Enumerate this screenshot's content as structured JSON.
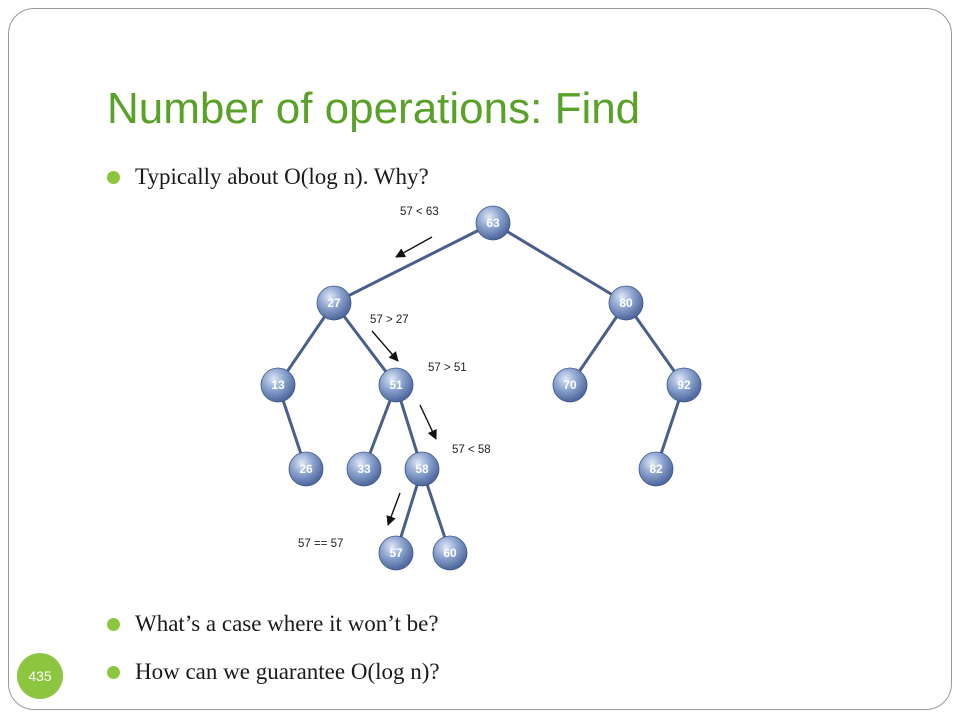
{
  "slide": {
    "title": "Number of operations: Find",
    "page_number": "435",
    "bullets": [
      "Typically about O(log n).  Why?",
      "What’s a case where it won’t be?",
      "How can we guarantee O(log n)?"
    ]
  },
  "colors": {
    "title": "#5aa227",
    "bullet_dot": "#8cc63f",
    "node_fill": "#6a86b8",
    "edge": "#4a5f8a"
  },
  "tree": {
    "nodes": [
      {
        "id": "n63",
        "label": "63"
      },
      {
        "id": "n27",
        "label": "27"
      },
      {
        "id": "n80",
        "label": "80"
      },
      {
        "id": "n13",
        "label": "13"
      },
      {
        "id": "n51",
        "label": "51"
      },
      {
        "id": "n70",
        "label": "70"
      },
      {
        "id": "n92",
        "label": "92"
      },
      {
        "id": "n26",
        "label": "26"
      },
      {
        "id": "n33",
        "label": "33"
      },
      {
        "id": "n58",
        "label": "58"
      },
      {
        "id": "n82",
        "label": "82"
      },
      {
        "id": "n57",
        "label": "57"
      },
      {
        "id": "n60",
        "label": "60"
      }
    ],
    "edges": [
      [
        "n63",
        "n27"
      ],
      [
        "n63",
        "n80"
      ],
      [
        "n27",
        "n13"
      ],
      [
        "n27",
        "n51"
      ],
      [
        "n80",
        "n70"
      ],
      [
        "n80",
        "n92"
      ],
      [
        "n13",
        "n26"
      ],
      [
        "n51",
        "n33"
      ],
      [
        "n51",
        "n58"
      ],
      [
        "n92",
        "n82"
      ],
      [
        "n58",
        "n57"
      ],
      [
        "n58",
        "n60"
      ]
    ],
    "comparisons": [
      {
        "id": "c1",
        "label": "57 < 63"
      },
      {
        "id": "c2",
        "label": "57 > 27"
      },
      {
        "id": "c3",
        "label": "57 > 51"
      },
      {
        "id": "c4",
        "label": "57 < 58"
      },
      {
        "id": "c5",
        "label": "57 == 57"
      }
    ]
  }
}
